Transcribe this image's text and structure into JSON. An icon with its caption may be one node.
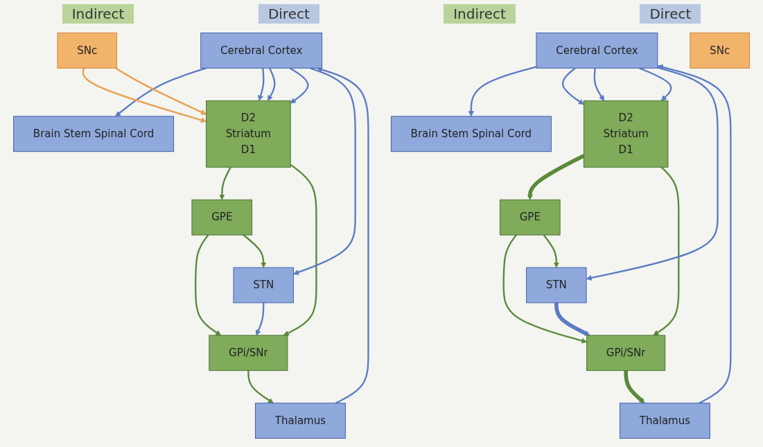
{
  "diagram": {
    "nodes": [
      {
        "text": [
          "Cerebral Cortex"
        ]
      },
      {
        "text": [
          "D2",
          "Striatum",
          "D1"
        ]
      },
      {
        "text": [
          "SNc"
        ]
      },
      {
        "text": [
          "GPE"
        ]
      },
      {
        "text": [
          "GPi/SNr"
        ]
      },
      {
        "text": [
          "STN"
        ]
      },
      {
        "text": [
          "Brain Stem Spinal Cord"
        ]
      },
      {
        "text": [
          "Thalamus"
        ]
      },
      {
        "text": [
          "Cerebral Cortex"
        ]
      },
      {
        "text": [
          "D2",
          "Striatum",
          "D1"
        ]
      },
      {
        "text": [
          "SNc"
        ]
      },
      {
        "text": [
          "GPE"
        ]
      },
      {
        "text": [
          "GPi/SNr"
        ]
      },
      {
        "text": [
          "STN"
        ]
      },
      {
        "text": [
          "Brain Stem Spinal Cord"
        ]
      },
      {
        "text": [
          "Thalamus"
        ]
      }
    ],
    "edges": [
      {
        "from": 0,
        "to": 6,
        "arrow": "to"
      },
      {
        "from": 0,
        "to": 1,
        "arrow": "to"
      },
      {
        "from": 0,
        "to": 1,
        "arrow": "to"
      },
      {
        "from": 0,
        "to": 1,
        "arrow": "to"
      },
      {
        "from": 2,
        "to": 1,
        "arrow": "to",
        "color": "#e8a050"
      },
      {
        "from": 2,
        "to": 1,
        "arrow": "to",
        "color": "#e8a050"
      },
      {
        "from": 1,
        "to": 3,
        "arrow": "to",
        "color": "#5a8a3a"
      },
      {
        "from": 1,
        "to": 4,
        "arrow": "to",
        "color": "#5a8a3a"
      },
      {
        "from": 3,
        "to": 4,
        "arrow": "to",
        "color": "#5a8a3a"
      },
      {
        "from": 3,
        "to": 5,
        "arrow": "to",
        "color": "#5a8a3a"
      },
      {
        "from": 0,
        "to": 5,
        "arrow": "to"
      },
      {
        "from": 5,
        "to": 4,
        "arrow": "to"
      },
      {
        "from": 4,
        "to": 7,
        "arrow": "to",
        "color": "#5a8a3a"
      },
      {
        "from": 7,
        "to": 0,
        "arrow": "to"
      },
      {
        "from": 8,
        "to": 14,
        "arrow": "to"
      },
      {
        "from": 8,
        "to": 9,
        "arrow": "to"
      },
      {
        "from": 8,
        "to": 9,
        "arrow": "to"
      },
      {
        "from": 8,
        "to": 9,
        "arrow": "to"
      },
      {
        "from": 9,
        "to": 11,
        "arrow": "to",
        "style": "thick",
        "color": "#5a8a3a"
      },
      {
        "from": 9,
        "to": 12,
        "arrow": "to",
        "color": "#5a8a3a"
      },
      {
        "from": 11,
        "to": 12,
        "arrow": "to",
        "color": "#5a8a3a"
      },
      {
        "from": 11,
        "to": 13,
        "arrow": "to",
        "color": "#5a8a3a"
      },
      {
        "from": 8,
        "to": 13,
        "arrow": "to"
      },
      {
        "from": 13,
        "to": 12,
        "arrow": "to",
        "style": "thick"
      },
      {
        "from": 12,
        "to": 15,
        "arrow": "to",
        "style": "thick",
        "color": "#5a8a3a"
      },
      {
        "from": 15,
        "to": 8,
        "arrow": "to"
      }
    ],
    "labels": [
      "Indirect",
      "Direct",
      "Indirect",
      "Direct"
    ]
  }
}
